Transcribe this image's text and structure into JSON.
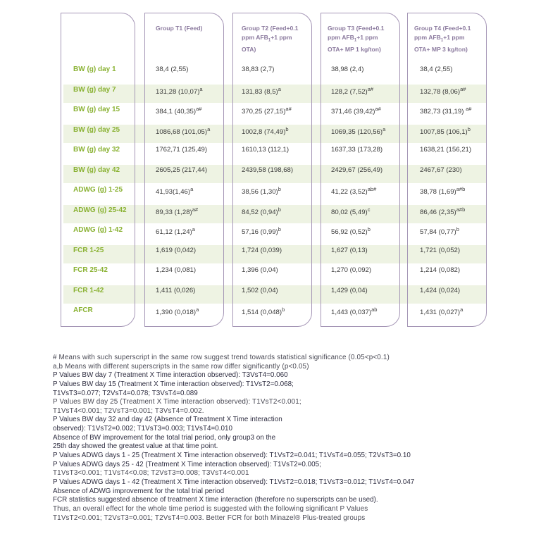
{
  "columns": [
    "Group T1 (Feed)",
    "Group T2 (Feed+0.1 ppm AFB₁+1 ppm OTA)",
    "Group T3 (Feed+0.1 ppm AFB₁+1 ppm OTA+ MP 1 kg/ton)",
    "Group T4 (Feed+0.1 ppm AFB₁+1 ppm OTA+ MP 3 kg/ton)"
  ],
  "rows": [
    {
      "label": "BW (g) day 1",
      "cells": [
        {
          "v": "38,4 (2,55)",
          "s": ""
        },
        {
          "v": "38,83 (2,7)",
          "s": ""
        },
        {
          "v": "38,98 (2,4)",
          "s": ""
        },
        {
          "v": "38,4 (2,55)",
          "s": ""
        }
      ]
    },
    {
      "label": "BW (g) day 7",
      "cells": [
        {
          "v": "131,28 (10,07)",
          "s": "a"
        },
        {
          "v": "131,83 (8,5)",
          "s": "a"
        },
        {
          "v": "128,2 (7,52)",
          "s": "a#"
        },
        {
          "v": "132,78 (8,06)",
          "s": "a#"
        }
      ]
    },
    {
      "label": "BW (g) day 15",
      "cells": [
        {
          "v": "384,1 (40,35)",
          "s": "a#"
        },
        {
          "v": "370,25 (27,15)",
          "s": "a#"
        },
        {
          "v": "371,46 (39,42)",
          "s": "a#"
        },
        {
          "v": "382,73 (31,19) ",
          "s": "a#"
        }
      ]
    },
    {
      "label": "BW (g) day 25",
      "cells": [
        {
          "v": "1086,68 (101,05)",
          "s": "a"
        },
        {
          "v": "1002,8 (74,49)",
          "s": "b"
        },
        {
          "v": "1069,35 (120,56)",
          "s": "a"
        },
        {
          "v": "1007,85 (106,1)",
          "s": "b"
        }
      ]
    },
    {
      "label": "BW (g) day 32",
      "cells": [
        {
          "v": "1762,71 (125,49)",
          "s": ""
        },
        {
          "v": "1610,13 (112,1)",
          "s": ""
        },
        {
          "v": "1637,33 (173,28)",
          "s": ""
        },
        {
          "v": "1638,21 (156,21)",
          "s": ""
        }
      ]
    },
    {
      "label": "BW (g) day 42",
      "cells": [
        {
          "v": "2605,25 (217,44)",
          "s": ""
        },
        {
          "v": "2439,58 (198,68)",
          "s": ""
        },
        {
          "v": "2429,67 (256,49)",
          "s": ""
        },
        {
          "v": "2467,67 (230)",
          "s": ""
        }
      ]
    },
    {
      "label": "ADWG (g) 1-25",
      "cells": [
        {
          "v": "41,93(1,46)",
          "s": "a"
        },
        {
          "v": "38,56 (1,30)",
          "s": "b"
        },
        {
          "v": "41,22 (3,52)",
          "s": "ab#"
        },
        {
          "v": "38,78 (1,69)",
          "s": "a#b"
        }
      ]
    },
    {
      "label": "ADWG (g) 25-42",
      "cells": [
        {
          "v": "89,33 (1,28)",
          "s": "a#"
        },
        {
          "v": "84,52 (0,94)",
          "s": "b"
        },
        {
          "v": "80,02 (5,49)",
          "s": "c"
        },
        {
          "v": "86,46 (2,35)",
          "s": "a#b"
        }
      ]
    },
    {
      "label": "ADWG (g) 1-42",
      "cells": [
        {
          "v": "61,12 (1,24)",
          "s": "a"
        },
        {
          "v": "57,16 (0,99)",
          "s": "b"
        },
        {
          "v": "56,92 (0,52)",
          "s": "b"
        },
        {
          "v": "57,84 (0,77)",
          "s": "b"
        }
      ]
    },
    {
      "label": "FCR 1-25",
      "cells": [
        {
          "v": "1,619 (0,042)",
          "s": ""
        },
        {
          "v": "1,724 (0,039)",
          "s": ""
        },
        {
          "v": "1,627 (0,13)",
          "s": ""
        },
        {
          "v": "1,721 (0,052)",
          "s": ""
        }
      ]
    },
    {
      "label": "FCR 25-42",
      "cells": [
        {
          "v": "1,234 (0,081)",
          "s": ""
        },
        {
          "v": "1,396 (0,04)",
          "s": ""
        },
        {
          "v": "1,270 (0,092)",
          "s": ""
        },
        {
          "v": "1,214 (0,082)",
          "s": ""
        }
      ]
    },
    {
      "label": "FCR 1-42",
      "cells": [
        {
          "v": "1,411 (0,026)",
          "s": ""
        },
        {
          "v": "1,502 (0,04)",
          "s": ""
        },
        {
          "v": "1,429 (0,04)",
          "s": ""
        },
        {
          "v": "1,424 (0,024)",
          "s": ""
        }
      ]
    },
    {
      "label": "AFCR",
      "cells": [
        {
          "v": "1,390 (0,018)",
          "s": "a"
        },
        {
          "v": "1,514 (0,048)",
          "s": "b"
        },
        {
          "v": "1,443 (0,037)",
          "s": "ab"
        },
        {
          "v": "1,431 (0,027)",
          "s": "a"
        }
      ]
    }
  ],
  "notes": [
    {
      "t": "# Means with such superscript in the same row suggest trend towards statistical significance (0.05<p<0.1)",
      "c": "l"
    },
    {
      "t": "a,b Means with different superscripts in the same row differ significantly (p<0.05)",
      "c": "l"
    },
    {
      "t": "P Values BW day 7 (Treatment X Time interaction observed): T3VsT4=0.060",
      "c": "c"
    },
    {
      "t": "P Values BW day 15 (Treatment X Time interaction observed): T1VsT2=0.068;",
      "c": "c"
    },
    {
      "t": "T1VsT3=0.077; T2VsT4=0.078; T3VsT4=0.089",
      "c": "c"
    },
    {
      "t": "P Values BW day 25 (Treatment X Time interaction observed): T1VsT2<0.001;",
      "c": "l"
    },
    {
      "t": "T1VsT4<0.001; T2VsT3=0.001; T3VsT4=0.002.",
      "c": "l"
    },
    {
      "t": "P Values BW day 32 and day 42 (Absence of Treatment X Time interaction",
      "c": "c"
    },
    {
      "t": "observed): T1VsT2=0.002; T1VsT3=0.003; T1VsT4=0.010",
      "c": "c"
    },
    {
      "t": "Absence of BW improvement for the total trial period, only group3 on the",
      "c": "c"
    },
    {
      "t": "25th day showed the greatest value at that time point.",
      "c": "c"
    },
    {
      "t": "P Values ADWG days 1 - 25 (Treatment X Time interaction observed): T1VsT2=0.041; T1VsT4=0.055; T2VsT3=0.10",
      "c": "c"
    },
    {
      "t": "P Values ADWG days 25 - 42 (Treatment X Time interaction observed): T1VsT2=0.005;",
      "c": "c"
    },
    {
      "t": "T1VsT3<0.001; T1VsT4<0.08; T2VsT3=0.008; T3VsT4<0.001",
      "c": "l"
    },
    {
      "t": "P Values ADWG days 1 - 42 (Treatment X Time interaction observed): T1VsT2=0.018; T1VsT3=0.012; T1VsT4=0.047",
      "c": "c"
    },
    {
      "t": "Absence of ADWG improvement for the total trial period",
      "c": "c"
    },
    {
      "t": "FCR statistics suggested absence of treatment X time interaction (therefore no superscripts can be used).",
      "c": "c"
    },
    {
      "t": "Thus, an overall effect for the whole time period is suggested with the following significant P Values",
      "c": "l"
    },
    {
      "t": "T1VsT2<0.001; T2VsT3=0.001; T2VsT4=0.003. Better FCR for both Minazel® Plus-treated groups",
      "c": "l"
    }
  ]
}
